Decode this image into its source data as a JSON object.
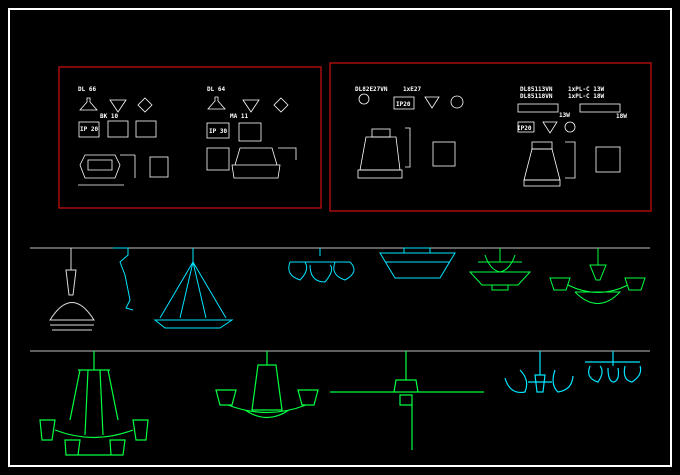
{
  "colors": {
    "background": "#000000",
    "frame": "#ffffff",
    "box": "#d01010",
    "cyan": "#00e5ff",
    "green": "#00ff40",
    "white": "#e8e8e8"
  },
  "panel_left": {
    "model_a": "DL 66",
    "model_a_rating": "BK 10",
    "model_a_ip": "IP 20",
    "model_b": "DL 64",
    "model_b_rating": "MA 11",
    "model_b_ip": "IP 30"
  },
  "panel_right": {
    "model_a": "DL82E27VN",
    "model_a_lamp": "1xE27",
    "model_a_ip": "IP20",
    "model_b1": "DL85113VN",
    "model_b1_lamp": "1xPL-C 13W",
    "model_b2": "DL85118VN",
    "model_b2_lamp": "1xPL-C 18W",
    "model_b_ip": "IP20",
    "watt_13": "13W",
    "watt_18": "18W"
  }
}
